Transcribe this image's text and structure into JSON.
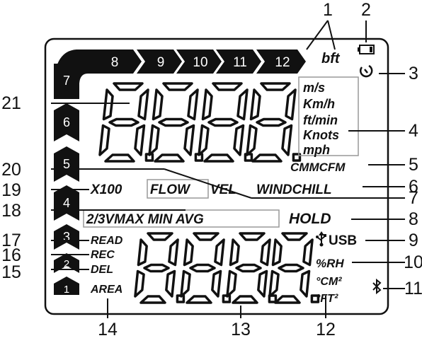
{
  "bft_scale": {
    "top_segments": [
      "8",
      "9",
      "10",
      "11",
      "12"
    ],
    "left_segments": [
      "7",
      "6",
      "5",
      "4",
      "3",
      "2",
      "1"
    ],
    "unit": "bft"
  },
  "upper_display": {
    "speed_units": [
      "m/s",
      "Km/h",
      "ft/min",
      "Knots",
      "mph"
    ],
    "flow_units": "CMMCFM"
  },
  "mode_indicators": {
    "x100": "X100",
    "flow": "FLOW",
    "vel": "VEL",
    "windchill": "WINDCHILL",
    "stats": "2/3VMAX MIN AVG",
    "hold": "HOLD"
  },
  "memory_indicators": {
    "read": "READ",
    "rec": "REC",
    "del": "DEL",
    "area": "AREA"
  },
  "status_indicators": {
    "usb": "USB",
    "humidity": "%RH",
    "area_cm": "°CM²",
    "area_ft": "°FT²",
    "battery_icon": "battery-icon",
    "timer_icon": "auto-off-timer-icon",
    "bluetooth_icon": "bluetooth-icon",
    "usb_icon": "usb-symbol-icon"
  },
  "callouts": [
    "1",
    "2",
    "3",
    "4",
    "5",
    "6",
    "7",
    "8",
    "9",
    "10",
    "11",
    "12",
    "13",
    "14",
    "15",
    "16",
    "17",
    "18",
    "19",
    "20",
    "21"
  ]
}
